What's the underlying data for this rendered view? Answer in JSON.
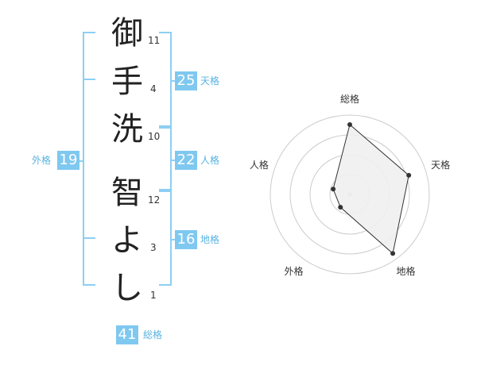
{
  "name": {
    "characters": [
      {
        "char": "御",
        "strokes": "11"
      },
      {
        "char": "手",
        "strokes": "4"
      },
      {
        "char": "洗",
        "strokes": "10"
      },
      {
        "char": "智",
        "strokes": "12"
      },
      {
        "char": "よ",
        "strokes": "3"
      },
      {
        "char": "し",
        "strokes": "1"
      }
    ]
  },
  "fortunes": {
    "tenkaku": {
      "value": "25",
      "label": "天格"
    },
    "jinkaku": {
      "value": "22",
      "label": "人格"
    },
    "chikaku": {
      "value": "16",
      "label": "地格"
    },
    "gaikaku": {
      "value": "19",
      "label": "外格"
    },
    "soukaku": {
      "value": "41",
      "label": "総格"
    }
  },
  "chart_data": {
    "type": "radar",
    "axes": [
      "総格",
      "天格",
      "地格",
      "外格",
      "人格"
    ],
    "values": [
      0.88,
      0.78,
      0.92,
      0.2,
      0.22
    ],
    "range": [
      0,
      1
    ],
    "rings": 4,
    "colors": {
      "fill": "#f0f0f0",
      "stroke": "#333333",
      "ring": "#cccccc",
      "point": "#333333"
    }
  },
  "colors": {
    "accent": "#7fc8f0",
    "accent_text": "#59b3e0"
  }
}
